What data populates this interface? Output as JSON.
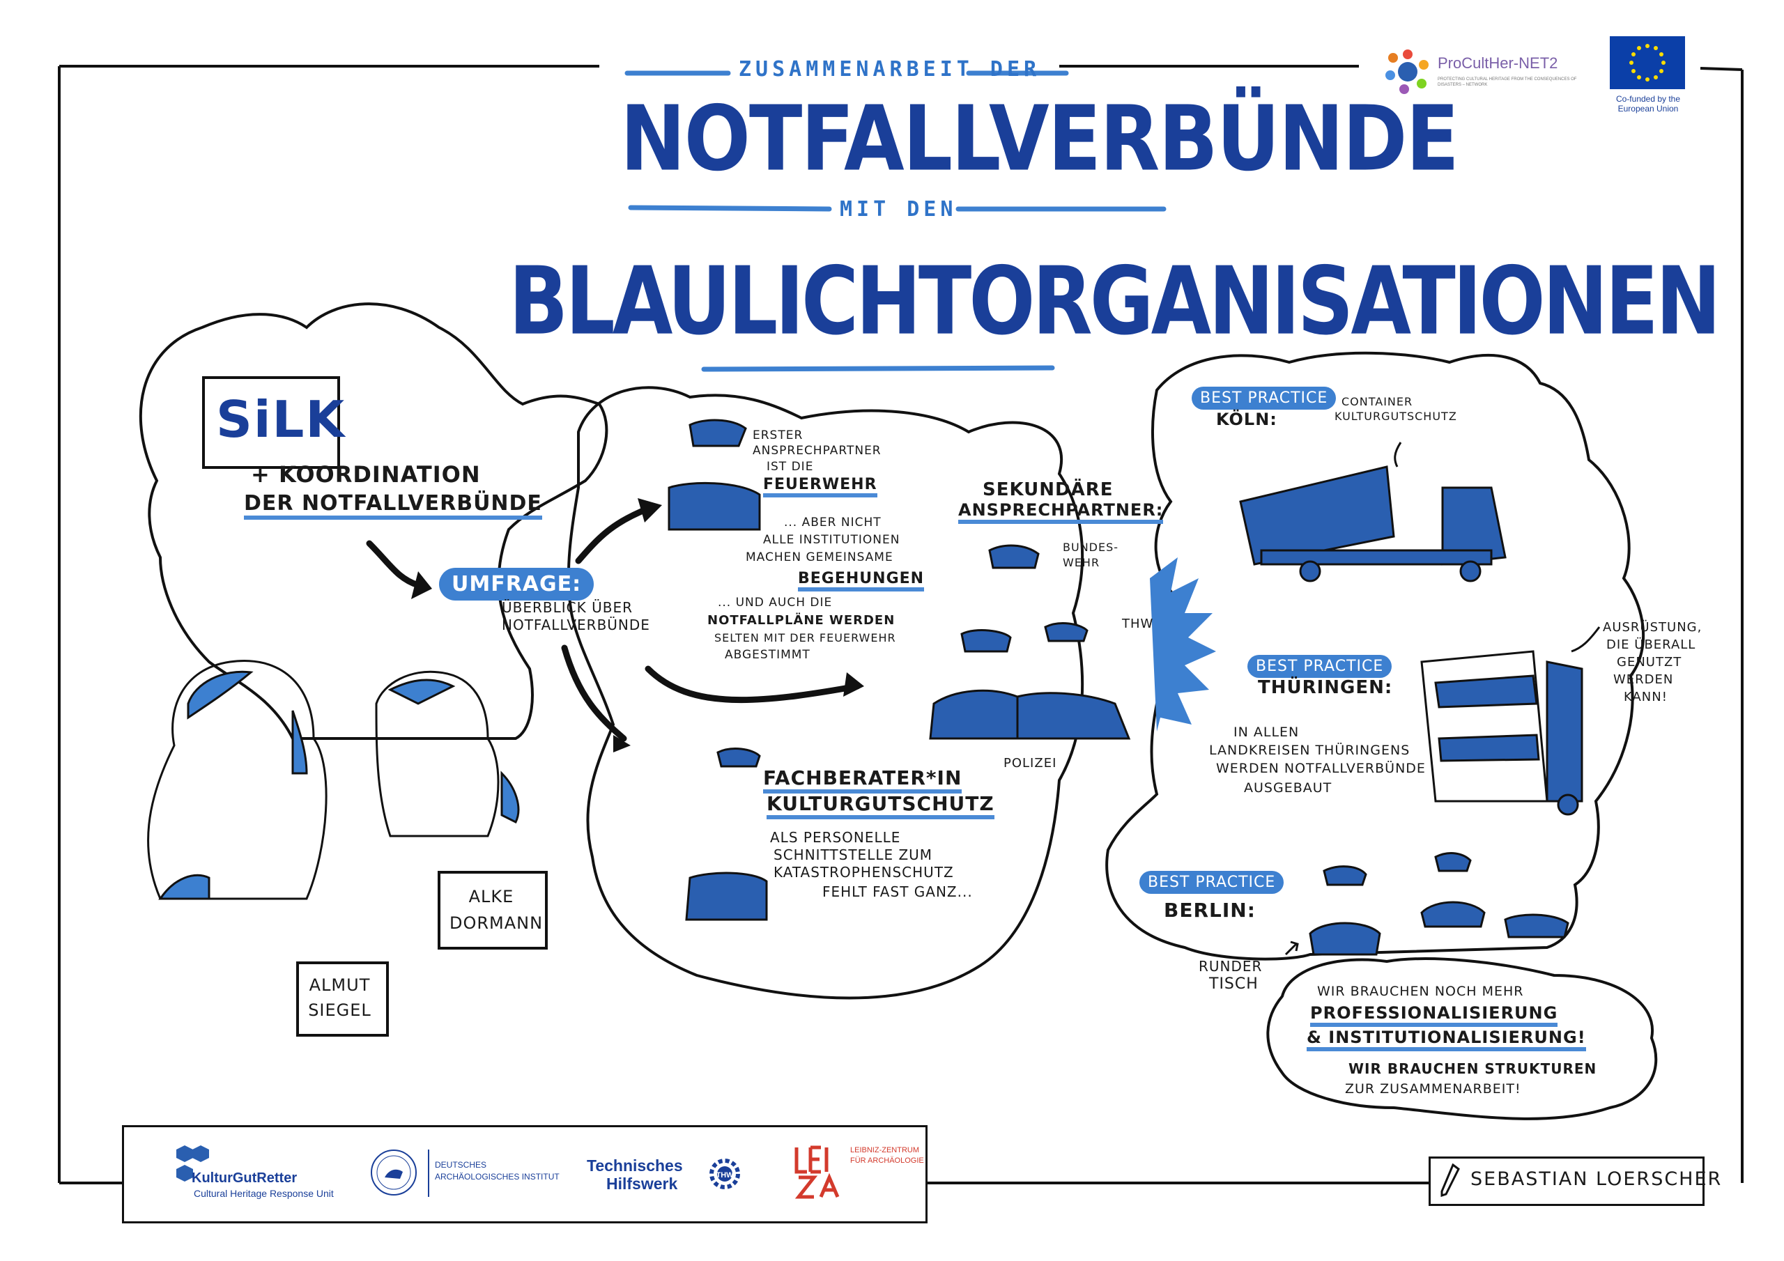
{
  "title": {
    "line1": "ZUSAMMENARBEIT DER",
    "line2": "NOTFALLVERBÜNDE",
    "line3": "MIT DEN",
    "line4": "BLAULICHTORGANISATIONEN"
  },
  "header_logos": {
    "procultner": "ProCultHer-NET2",
    "procultner_sub": "PROTECTING CULTURAL HERITAGE FROM THE CONSEQUENCES OF DISASTERS – NETWORK",
    "eu_text": "Co-funded by the European Union"
  },
  "left_section": {
    "silk": "SiLK",
    "koordination_line1": "+ KOORDINATION",
    "koordination_line2": "DER NOTFALLVERBÜNDE",
    "umfrage": "UMFRAGE:",
    "umfrage_line1": "ÜBERBLICK ÜBER",
    "umfrage_line2": "NOTFALLVERBÜNDE",
    "person1": "ALKE DORMANN",
    "person2": "ALMUT SIEGEL"
  },
  "center_section": {
    "feuerwehr_line1": "ERSTER",
    "feuerwehr_line2": "ANSPRECHPARTNER",
    "feuerwehr_line3": "IST DIE",
    "feuerwehr_line4": "FEUERWEHR",
    "aber_line1": "... ABER NICHT",
    "aber_line2": "ALLE INSTITUTIONEN",
    "aber_line3": "MACHEN GEMEINSAME",
    "aber_line4": "BEGEHUNGEN",
    "plane_line1": "... UND AUCH DIE",
    "plane_line2": "NOTFALLPLÄNE WERDEN",
    "plane_line3": "SELTEN MIT DER FEUERWEHR",
    "plane_line4": "ABGESTIMMT",
    "sekundaer_line1": "SEKUNDÄRE",
    "sekundaer_line2": "ANSPRECHPARTNER:",
    "bundeswehr": "BUNDES-WEHR",
    "thw": "THW",
    "polizei": "POLIZEI",
    "fach_line1": "FACHBERATER*IN",
    "fach_line2": "KULTURGUTSCHUTZ",
    "fach_line3": "ALS PERSONELLE",
    "fach_line4": "SCHNITTSTELLE ZUM",
    "fach_line5": "KATASTROPHENSCHUTZ",
    "fach_line6": "FEHLT FAST GANZ..."
  },
  "right_section": {
    "koeln_line1": "BEST PRACTICE",
    "koeln_line2": "KÖLN:",
    "container_line1": "CONTAINER",
    "container_line2": "KULTURGUTSCHUTZ",
    "thuer_line1": "BEST PRACTICE",
    "thuer_line2": "THÜRINGEN:",
    "thuer_text1": "IN ALLEN",
    "thuer_text2": "LANDKREISEN THÜRINGENS",
    "thuer_text3": "WERDEN NOTFALLVERBÜNDE",
    "thuer_text4": "AUSGEBAUT",
    "ausr_line1": "AUSRÜSTUNG,",
    "ausr_line2": "DIE ÜBERALL",
    "ausr_line3": "GENUTZT",
    "ausr_line4": "WERDEN",
    "ausr_line5": "KANN!",
    "berlin_line1": "BEST PRACTICE",
    "berlin_line2": "BERLIN:",
    "runder_line1": "RUNDER",
    "runder_line2": "TISCH",
    "quote_line1": "WIR BRAUCHEN NOCH MEHR",
    "quote_line2": "PROFESSIONALISIERUNG",
    "quote_line3": "& INSTITUTIONALISIERUNG!",
    "quote_line4": "WIR BRAUCHEN STRUKTUREN",
    "quote_line5": "ZUR ZUSAMMENARBEIT!"
  },
  "footer": {
    "kgr_name": "KulturGutRetter",
    "kgr_sub": "Cultural Heritage Response Unit",
    "dai_line1": "DEUTSCHES",
    "dai_line2": "ARCHÄOLOGISCHES INSTITUT",
    "thw_line1": "Technisches",
    "thw_line2": "Hilfswerk",
    "leiza_line1": "LEIBNIZ-ZENTRUM",
    "leiza_line2": "FÜR ARCHÄOLOGIE",
    "artist": "SEBASTIAN LOERSCHER"
  },
  "colors": {
    "dark_blue": "#1a3f99",
    "mid_blue": "#3d80d0",
    "light_blue": "#4a8ad6",
    "eu_blue": "#0b3fa8",
    "eu_star": "#ffdd00",
    "leiza_red": "#d33a2c"
  },
  "icons": [
    "pen-icon",
    "thw-cog-icon",
    "kgr-hex-icon",
    "dai-seal-icon",
    "eu-flag-icon",
    "procultner-icon"
  ]
}
